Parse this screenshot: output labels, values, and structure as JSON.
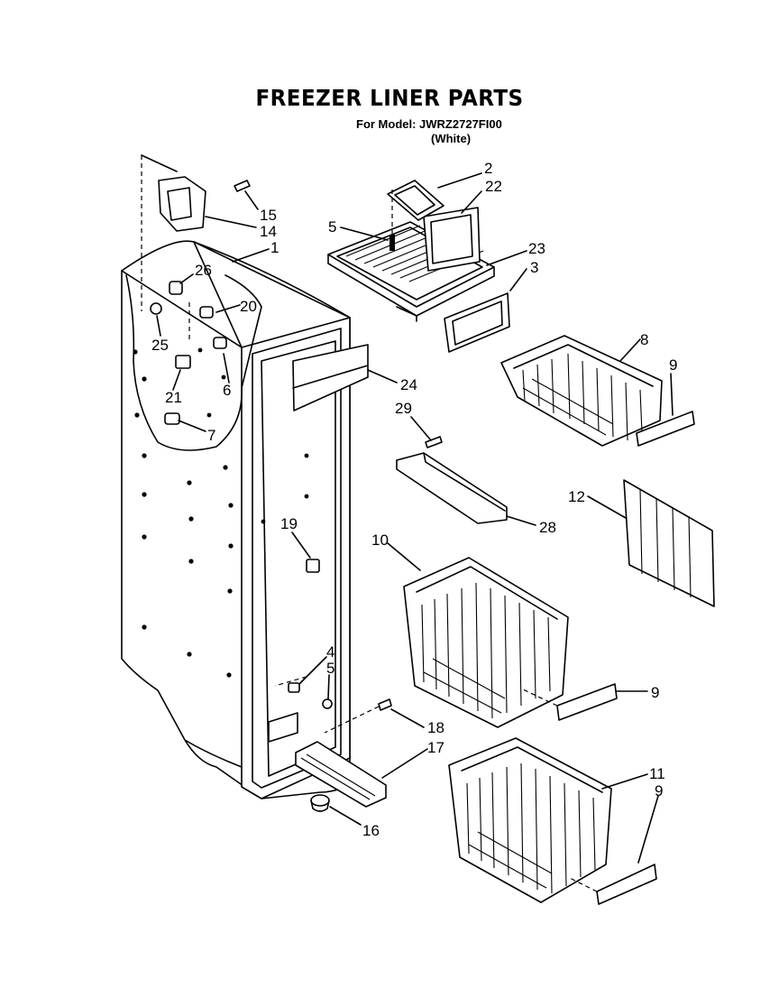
{
  "diagram": {
    "title": "FREEZER LINER PARTS",
    "model_line": "For Model: JWRZ2727FI00",
    "color_line": "(White)"
  },
  "callouts": [
    {
      "id": "c1",
      "label": "1"
    },
    {
      "id": "c2",
      "label": "2"
    },
    {
      "id": "c22",
      "label": "22"
    },
    {
      "id": "c5a",
      "label": "5"
    },
    {
      "id": "c23",
      "label": "23"
    },
    {
      "id": "c3",
      "label": "3"
    },
    {
      "id": "c15",
      "label": "15"
    },
    {
      "id": "c14",
      "label": "14"
    },
    {
      "id": "c26",
      "label": "26"
    },
    {
      "id": "c20",
      "label": "20"
    },
    {
      "id": "c25",
      "label": "25"
    },
    {
      "id": "c21",
      "label": "21"
    },
    {
      "id": "c6",
      "label": "6"
    },
    {
      "id": "c7",
      "label": "7"
    },
    {
      "id": "c24",
      "label": "24"
    },
    {
      "id": "c8",
      "label": "8"
    },
    {
      "id": "c9a",
      "label": "9"
    },
    {
      "id": "c29",
      "label": "29"
    },
    {
      "id": "c28",
      "label": "28"
    },
    {
      "id": "c12",
      "label": "12"
    },
    {
      "id": "c19",
      "label": "19"
    },
    {
      "id": "c10",
      "label": "10"
    },
    {
      "id": "c4",
      "label": "4"
    },
    {
      "id": "c5b",
      "label": "5"
    },
    {
      "id": "c9b",
      "label": "9"
    },
    {
      "id": "c18",
      "label": "18"
    },
    {
      "id": "c17",
      "label": "17"
    },
    {
      "id": "c11",
      "label": "11"
    },
    {
      "id": "c9c",
      "label": "9"
    },
    {
      "id": "c16",
      "label": "16"
    }
  ]
}
